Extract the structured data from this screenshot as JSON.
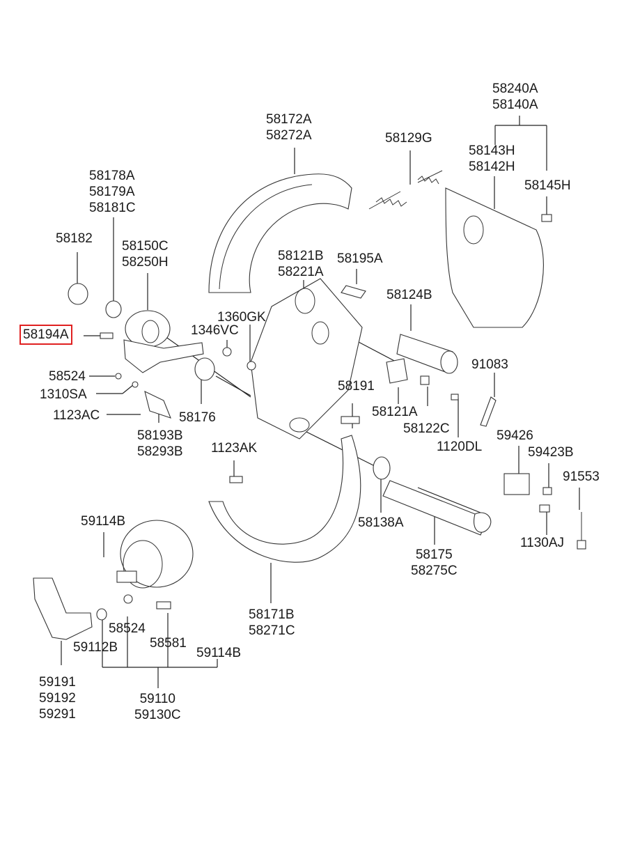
{
  "diagram": {
    "title": "Rear Brake Assembly Parts Diagram",
    "highlight_color": "#e02020",
    "selected_part": "58194A",
    "callouts": [
      {
        "id": "c01",
        "parts": [
          "58240A",
          "58140A"
        ]
      },
      {
        "id": "c02",
        "parts": [
          "58172A",
          "58272A"
        ]
      },
      {
        "id": "c03",
        "parts": [
          "58129G"
        ]
      },
      {
        "id": "c04",
        "parts": [
          "58143H",
          "58142H"
        ]
      },
      {
        "id": "c05",
        "parts": [
          "58145H"
        ]
      },
      {
        "id": "c06",
        "parts": [
          "58178A",
          "58179A",
          "58181C"
        ]
      },
      {
        "id": "c07",
        "parts": [
          "58182"
        ]
      },
      {
        "id": "c08",
        "parts": [
          "58150C",
          "58250H"
        ]
      },
      {
        "id": "c09",
        "parts": [
          "58121B",
          "58221A"
        ]
      },
      {
        "id": "c10",
        "parts": [
          "58195A"
        ]
      },
      {
        "id": "c11",
        "parts": [
          "58124B"
        ]
      },
      {
        "id": "c12",
        "parts": [
          "1360GK"
        ]
      },
      {
        "id": "c13",
        "parts": [
          "1346VC"
        ]
      },
      {
        "id": "c14",
        "parts": [
          "58194A"
        ],
        "highlighted": true
      },
      {
        "id": "c15",
        "parts": [
          "58524"
        ]
      },
      {
        "id": "c16",
        "parts": [
          "1310SA"
        ]
      },
      {
        "id": "c17",
        "parts": [
          "1123AC"
        ]
      },
      {
        "id": "c18",
        "parts": [
          "58193B",
          "58293B"
        ]
      },
      {
        "id": "c19",
        "parts": [
          "58176"
        ]
      },
      {
        "id": "c20",
        "parts": [
          "58191"
        ]
      },
      {
        "id": "c21",
        "parts": [
          "58121A"
        ]
      },
      {
        "id": "c22",
        "parts": [
          "58122C"
        ]
      },
      {
        "id": "c23",
        "parts": [
          "1120DL"
        ]
      },
      {
        "id": "c24",
        "parts": [
          "91083"
        ]
      },
      {
        "id": "c25",
        "parts": [
          "1123AK"
        ]
      },
      {
        "id": "c26",
        "parts": [
          "59426"
        ]
      },
      {
        "id": "c27",
        "parts": [
          "59423B"
        ]
      },
      {
        "id": "c28",
        "parts": [
          "91553"
        ]
      },
      {
        "id": "c29",
        "parts": [
          "58138A"
        ]
      },
      {
        "id": "c30",
        "parts": [
          "1130AJ"
        ]
      },
      {
        "id": "c31",
        "parts": [
          "58175",
          "58275C"
        ]
      },
      {
        "id": "c32",
        "parts": [
          "59114B"
        ]
      },
      {
        "id": "c33",
        "parts": [
          "58171B",
          "58271C"
        ]
      },
      {
        "id": "c34",
        "parts": [
          "58524"
        ]
      },
      {
        "id": "c35",
        "parts": [
          "58581"
        ]
      },
      {
        "id": "c36",
        "parts": [
          "59112B"
        ]
      },
      {
        "id": "c37",
        "parts": [
          "59114B"
        ]
      },
      {
        "id": "c38",
        "parts": [
          "59191",
          "59192",
          "59291"
        ]
      },
      {
        "id": "c39",
        "parts": [
          "59110",
          "59130C"
        ]
      }
    ]
  }
}
